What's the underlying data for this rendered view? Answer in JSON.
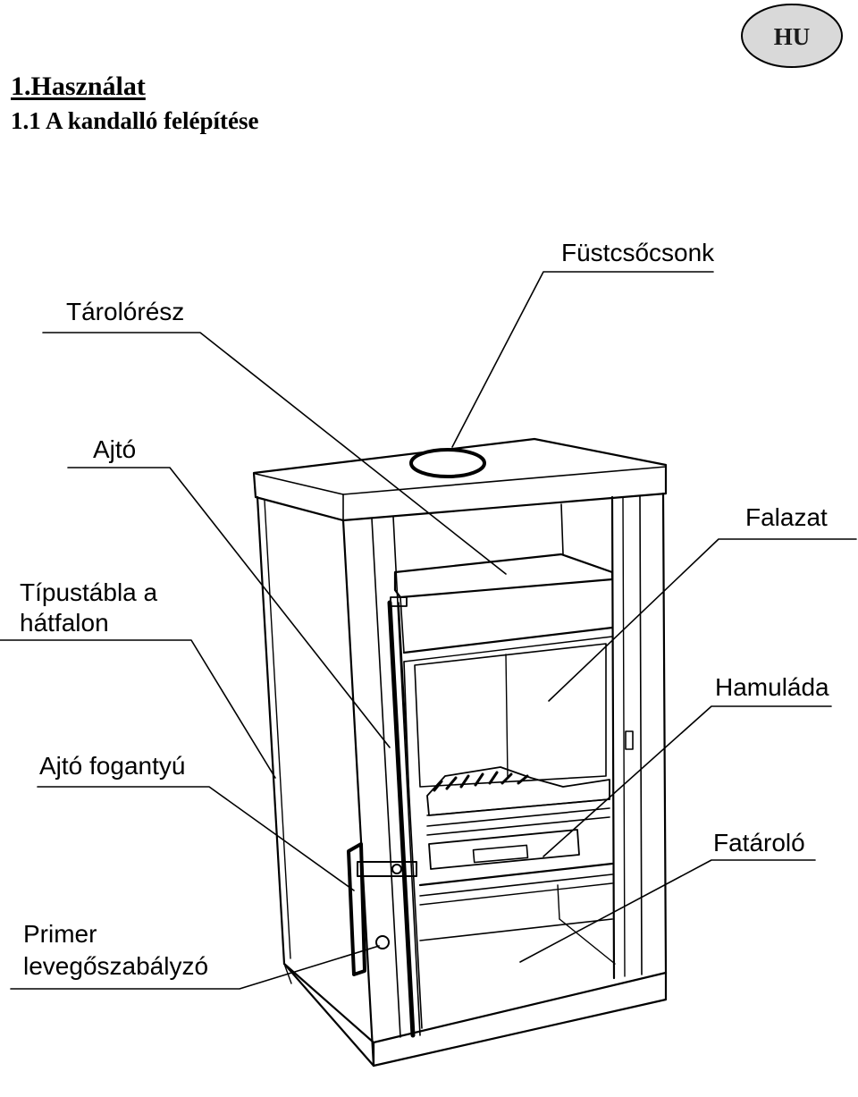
{
  "badge": {
    "text": "HU",
    "fill": "#d9d9d9"
  },
  "heading": {
    "section": "1.Használat",
    "subsection": "1.1 A kandalló felépítése"
  },
  "labels": {
    "fustcsocsonk": "Füstcsőcsonk",
    "tarolo": "Tárolórész",
    "ajto": "Ajtó",
    "falazat": "Falazat",
    "tipustabla_line1": "Típustábla a",
    "tipustabla_line2": "hátfalon",
    "hamulada": "Hamuláda",
    "ajto_fogantyu": "Ajtó fogantyú",
    "fataralo": "Fatároló",
    "primer_line1": "Primer",
    "primer_line2": "levegőszabályzó"
  }
}
